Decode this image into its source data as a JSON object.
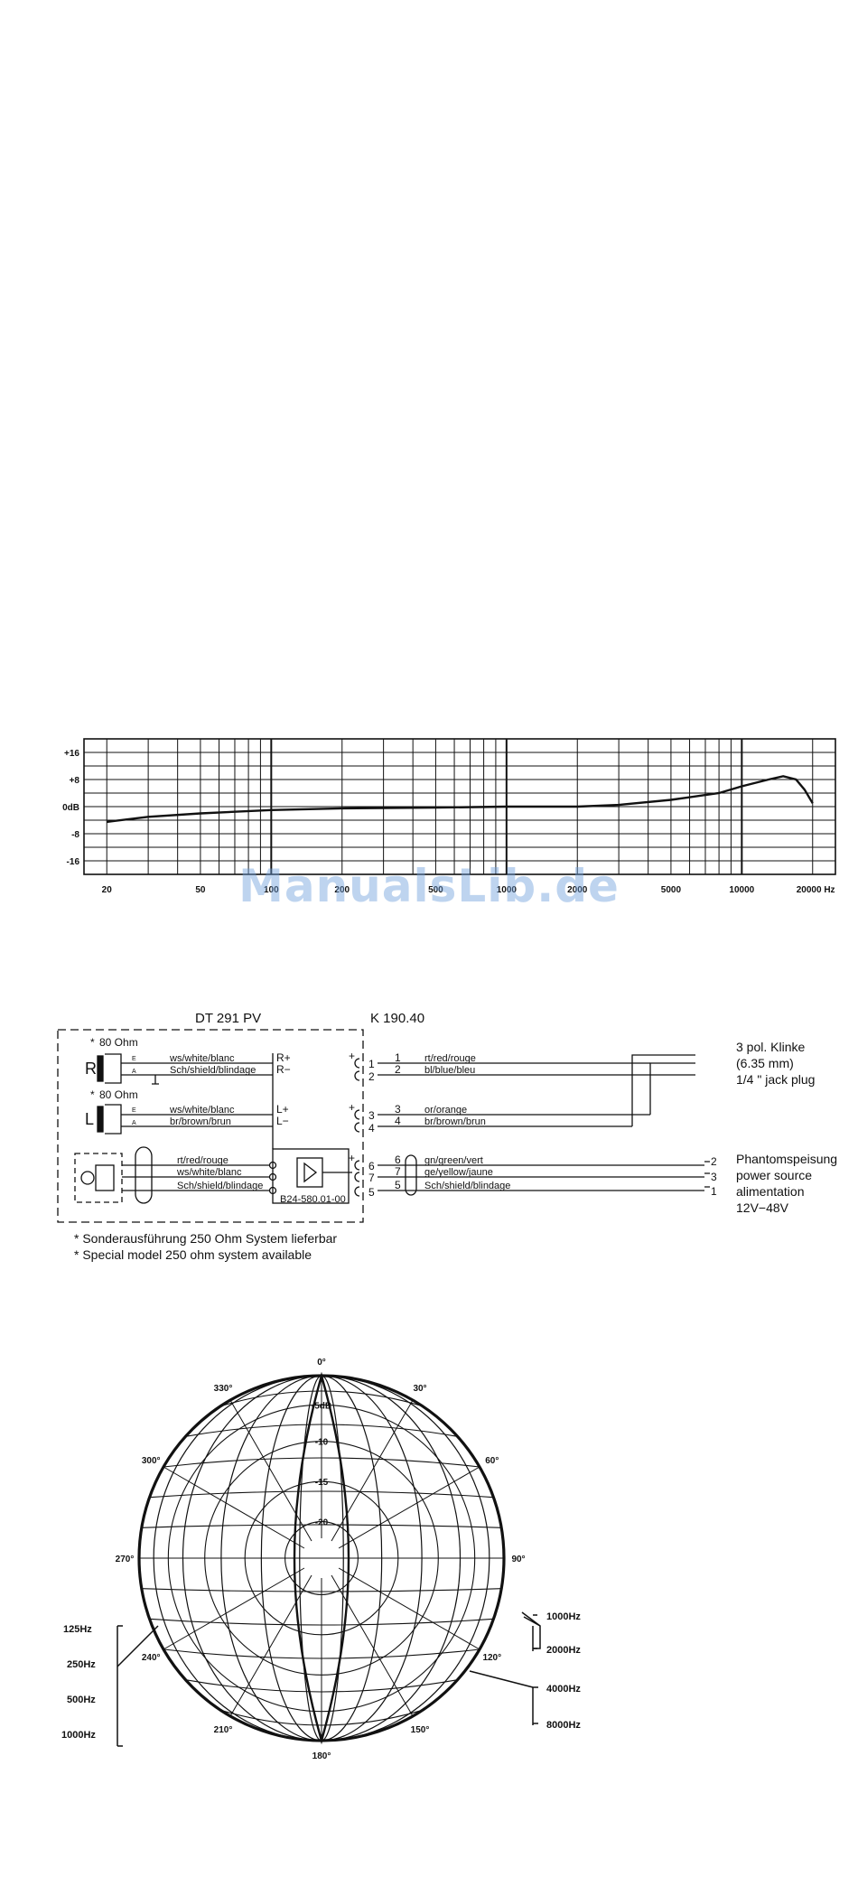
{
  "frequency_chart": {
    "y_ticks": [
      "+16",
      "+8",
      "0dB",
      "-8",
      "-16"
    ],
    "x_ticks": [
      "20",
      "50",
      "100",
      "200",
      "500",
      "1000",
      "2000",
      "5000",
      "10000",
      "20000 Hz"
    ],
    "chart_data": {
      "type": "line",
      "xscale": "log",
      "xlim": [
        16,
        25000
      ],
      "ylim": [
        -20,
        20
      ],
      "x": [
        20,
        30,
        50,
        100,
        200,
        500,
        1000,
        2000,
        3000,
        5000,
        8000,
        10000,
        13000,
        15000,
        17000,
        18500,
        20000
      ],
      "y": [
        -4.5,
        -3.0,
        -2.0,
        -1.0,
        -0.5,
        -0.3,
        0,
        0,
        0.5,
        2.0,
        4.0,
        6.0,
        8.0,
        9.0,
        8.0,
        5.0,
        1.0
      ]
    }
  },
  "watermark": "ManualsLib.de",
  "wiring": {
    "model_left": "DT 291 PV",
    "model_right": "K 190.40",
    "impedance_r": "80 Ohm",
    "impedance_l": "80 Ohm",
    "asterisk": "*",
    "channel_r": "R",
    "channel_l": "L",
    "pin_e": "E",
    "pin_a": "A",
    "r_wire1": "ws/white/blanc",
    "r_wire2": "Sch/shield/blindage",
    "l_wire1": "ws/white/blanc",
    "l_wire2": "br/brown/brun",
    "mic_wire1": "rt/red/rouge",
    "mic_wire2": "ws/white/blanc",
    "mic_wire3": "Sch/shield/blindage",
    "r_plus": "R+",
    "r_minus": "R−",
    "l_plus": "L+",
    "l_minus": "L−",
    "plus": "+",
    "amp_label": "B24-580.01-00",
    "pins": [
      "1",
      "2",
      "3",
      "4",
      "6",
      "7",
      "5"
    ],
    "out_wires": [
      "rt/red/rouge",
      "bl/blue/bleu",
      "or/orange",
      "br/brown/brun",
      "gn/green/vert",
      "ge/yellow/jaune",
      "Sch/shield/blindage"
    ],
    "jack_pins": [
      "2",
      "3",
      "1"
    ],
    "jack_text": [
      "3 pol. Klinke",
      "(6.35 mm)",
      "1/4 \" jack plug"
    ],
    "phantom_text": [
      "Phantomspeisung",
      "power source",
      "alimentation",
      "12V−48V"
    ],
    "footnote1": "* Sonderausführung 250 Ohm System lieferbar",
    "footnote2": "* Special model 250 ohm system available"
  },
  "polar": {
    "angles": [
      "0°",
      "30°",
      "60°",
      "90°",
      "120°",
      "150°",
      "180°",
      "210°",
      "240°",
      "270°",
      "300°",
      "330°"
    ],
    "rings": [
      "-5dB",
      "-10",
      "-15",
      "-20"
    ],
    "freq_left": [
      "125Hz",
      "250Hz",
      "500Hz",
      "1000Hz"
    ],
    "freq_right": [
      "1000Hz",
      "2000Hz",
      "4000Hz",
      "8000Hz"
    ]
  }
}
